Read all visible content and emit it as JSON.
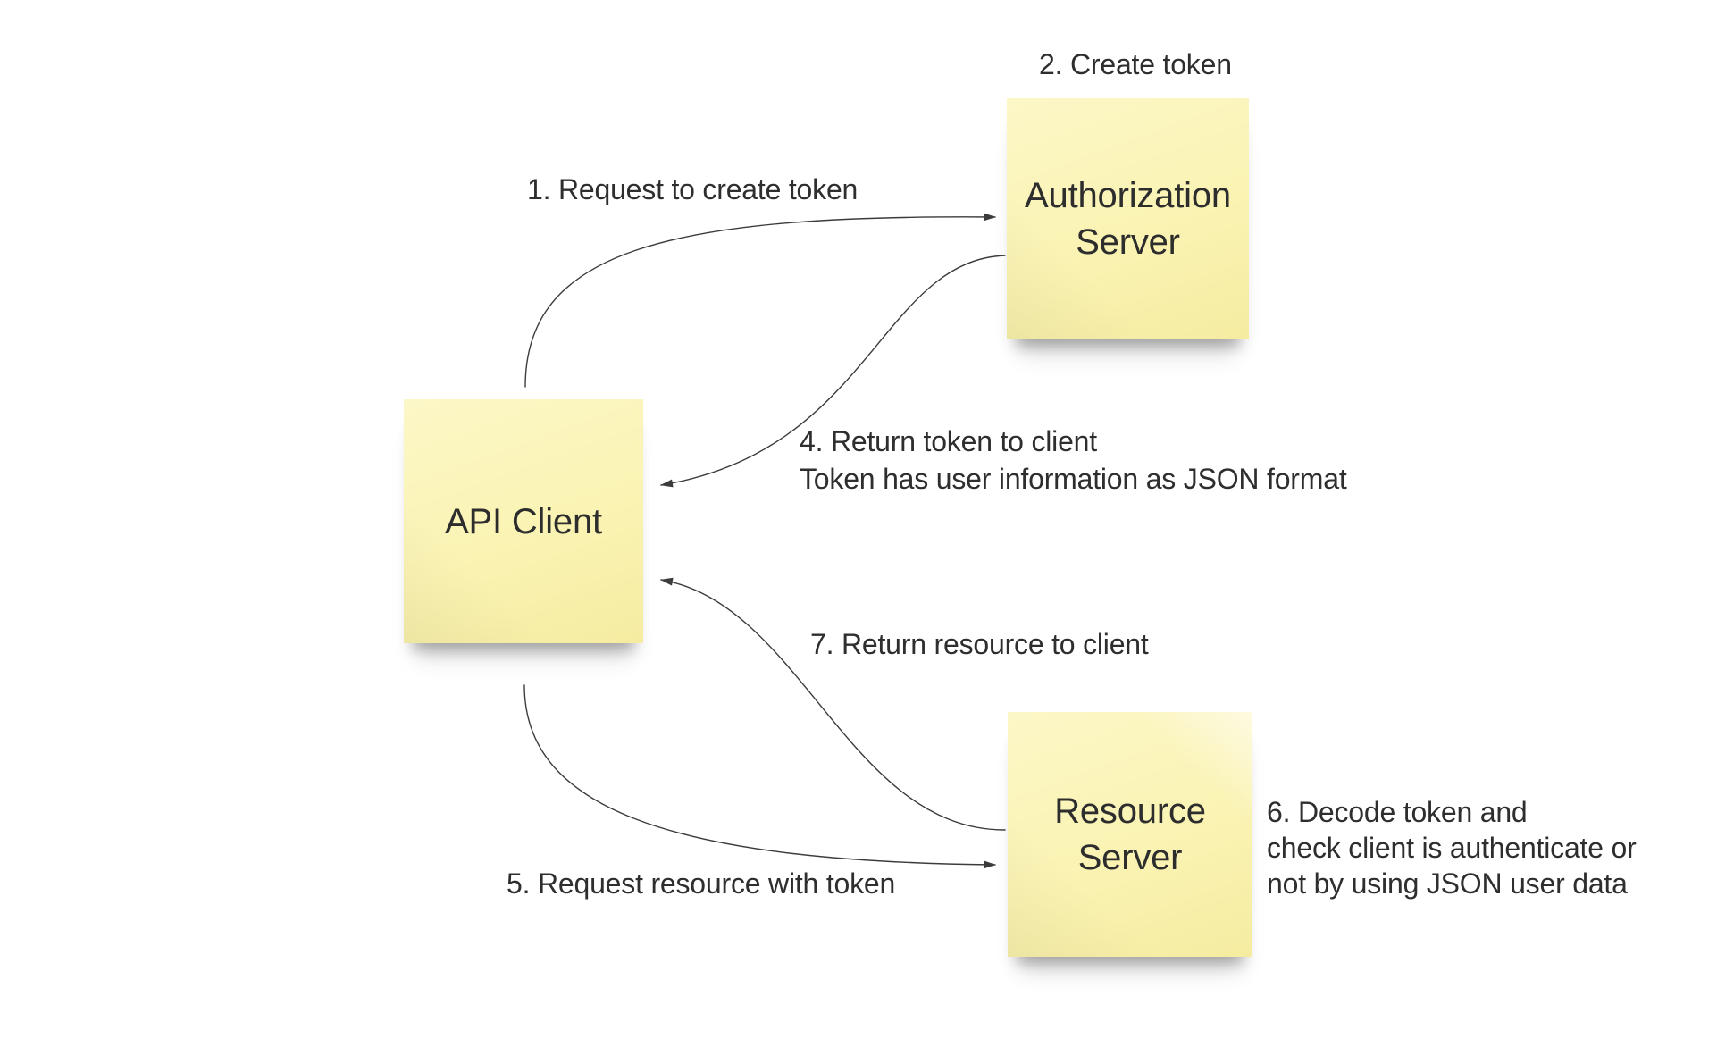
{
  "colors": {
    "background": "#ffffff",
    "sticky_note_fill": "#faf3b3",
    "sticky_note_text": "#2d2d2d",
    "label_text": "#2e2e2e",
    "connector_line": "#3c3c3c"
  },
  "notes": {
    "authorization_server": {
      "lines": [
        "Authorization",
        "Server"
      ]
    },
    "api_client": {
      "lines": [
        "API Client"
      ]
    },
    "resource_server": {
      "lines": [
        "Resource",
        "Server"
      ]
    }
  },
  "labels": {
    "step1": {
      "text": "1. Request to create token"
    },
    "step2": {
      "text": "2. Create token"
    },
    "step4": {
      "lines": [
        "4. Return token to client",
        "Token has user information as JSON format"
      ]
    },
    "step5": {
      "text": "5. Request resource with token"
    },
    "step6": {
      "lines": [
        "6. Decode token and",
        "check client is authenticate or",
        "not by using JSON user data"
      ]
    },
    "step7": {
      "text": "7. Return resource to client"
    }
  },
  "connectors": {
    "step1": {
      "from": "API Client",
      "to": "Authorization Server"
    },
    "step4": {
      "from": "Authorization Server",
      "to": "API Client"
    },
    "step5": {
      "from": "API Client",
      "to": "Resource Server"
    },
    "step7": {
      "from": "Resource Server",
      "to": "API Client"
    }
  }
}
